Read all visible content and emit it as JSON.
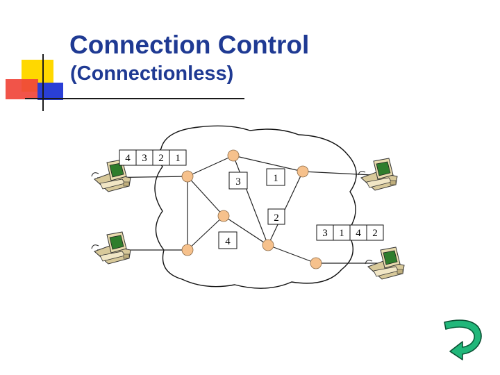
{
  "slide": {
    "title": "Connection Control",
    "subtitle": "(Connectionless)"
  },
  "colors": {
    "title": "#1f3a93",
    "accent_yellow": "#ffd800",
    "accent_red": "#f0453a",
    "accent_blue": "#2a3fd6",
    "node_fill": "#f6c18c",
    "back_arrow_fill": "#21b77a"
  },
  "diagram": {
    "source_packets": [
      "4",
      "3",
      "2",
      "1"
    ],
    "in_network_packets": [
      "3",
      "1",
      "2",
      "4"
    ],
    "dest_packets": [
      "3",
      "1",
      "4",
      "2"
    ],
    "computers": [
      "computer-icon",
      "computer-icon",
      "computer-icon",
      "computer-icon"
    ],
    "back_icon": "return-arrow-icon"
  }
}
